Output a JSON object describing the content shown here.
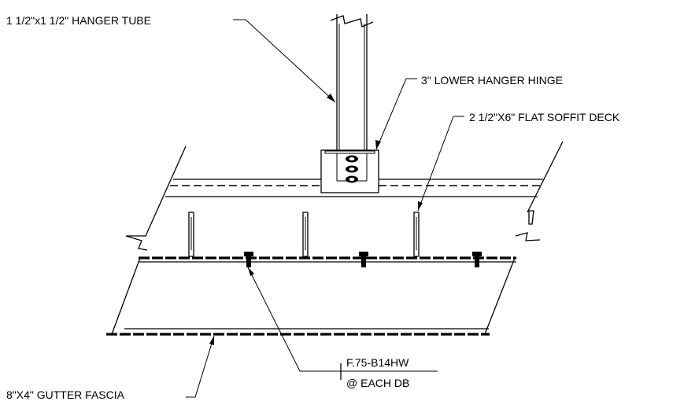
{
  "labels": {
    "hanger_tube": "1 1/2\"x1 1/2\" HANGER TUBE",
    "lower_hinge": "3\" LOWER HANGER HINGE",
    "soffit_deck": "2 1/2\"X6\" FLAT SOFFIT  DECK",
    "fastener_top": "F.75-B14HW",
    "fastener_bottom": "@ EACH DB",
    "gutter_fascia": "8\"X4\" GUTTER FASCIA"
  }
}
